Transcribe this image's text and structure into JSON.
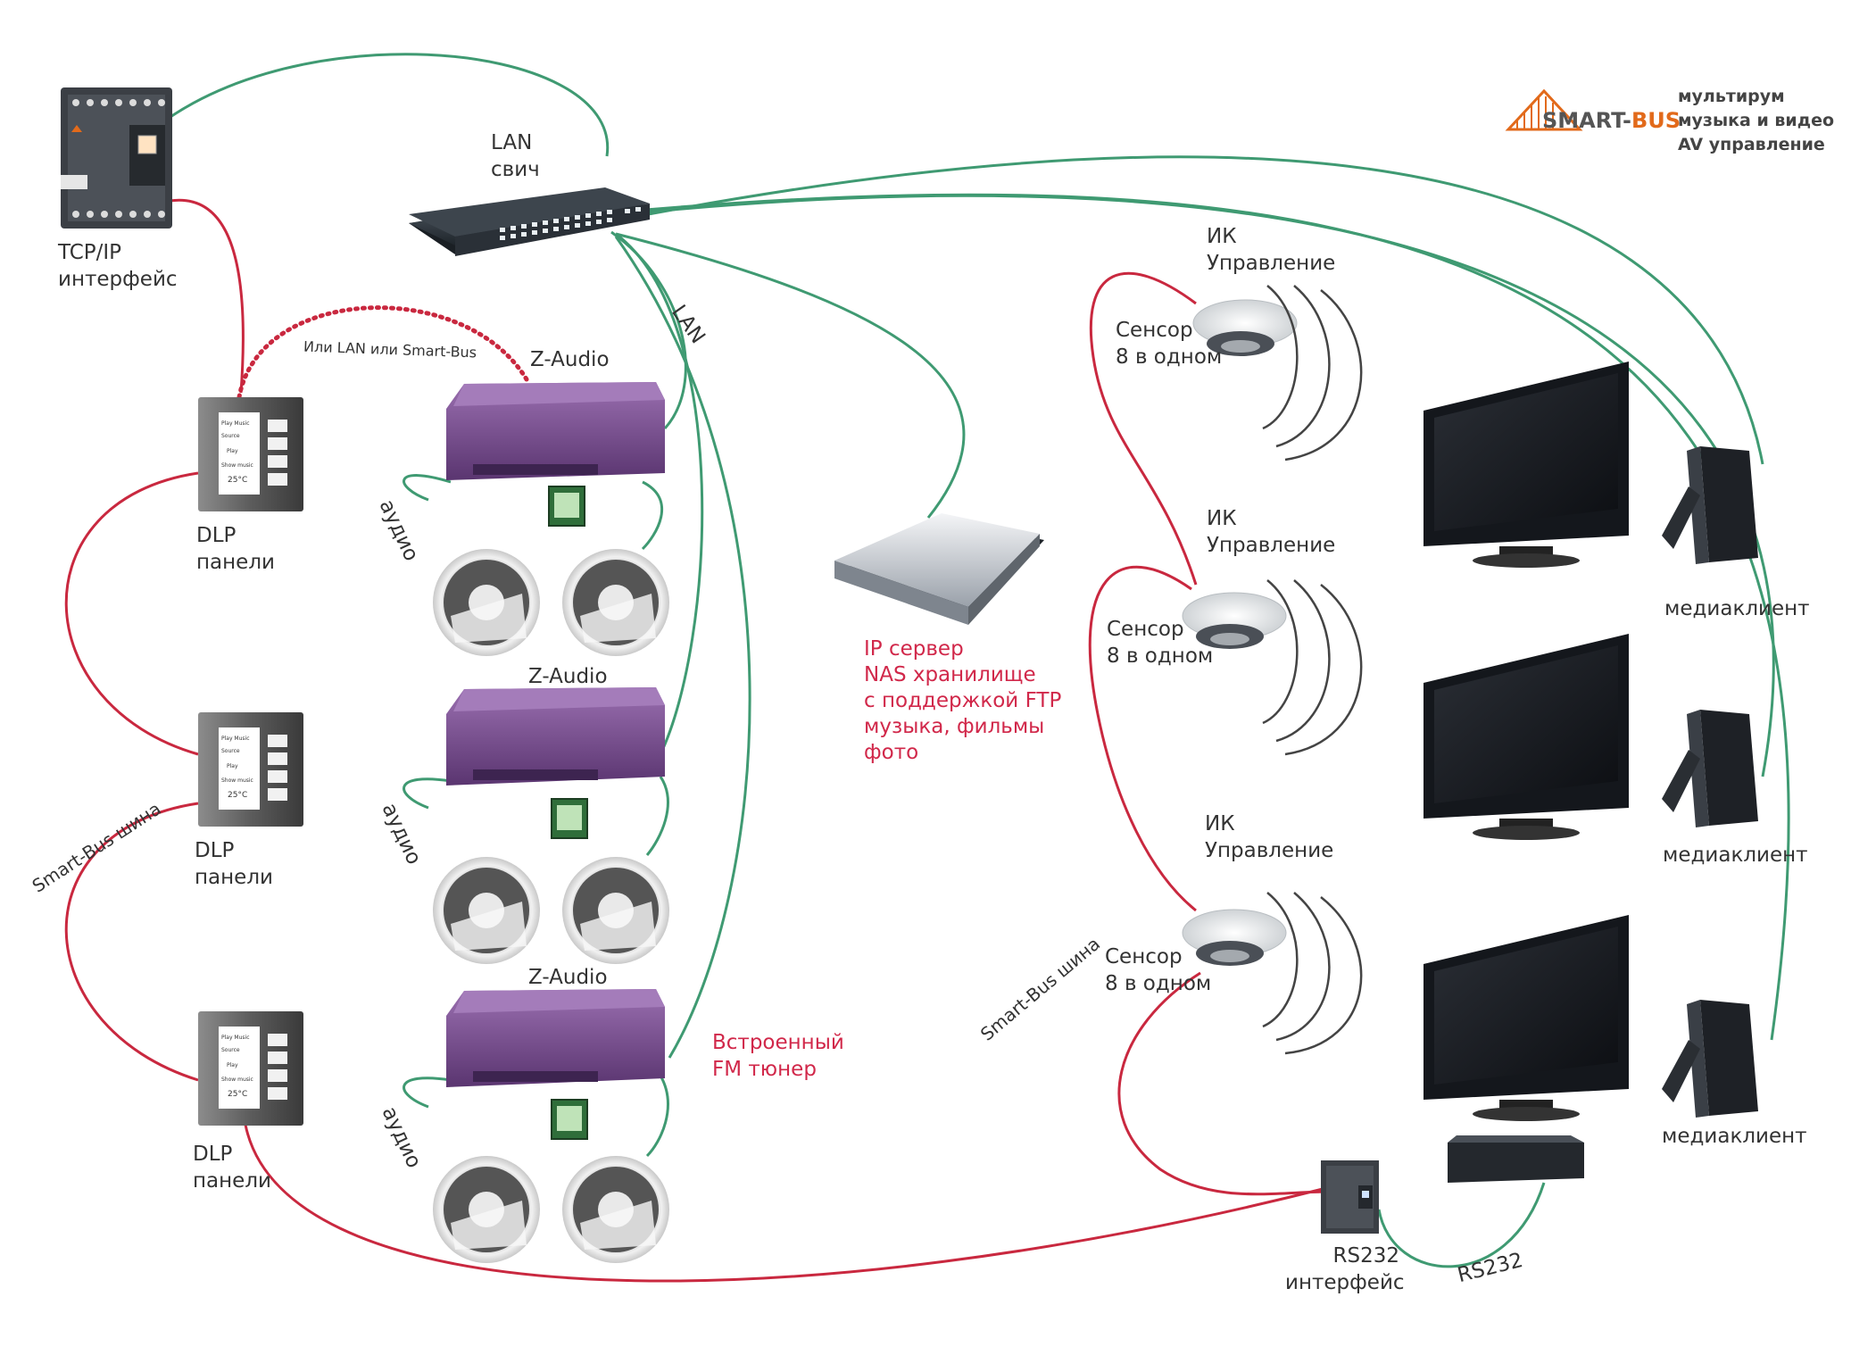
{
  "logo": {
    "brand_main": "SMART-",
    "brand_accent": "BUS",
    "taglines": [
      "мультирум",
      "музыка и видео",
      "AV управление"
    ]
  },
  "labels": {
    "lan_switch": [
      "LAN",
      "свич"
    ],
    "tcpip": [
      "TCP/IP",
      "интерфейс"
    ],
    "lan_or_bus": "Или LAN или Smart-Bus",
    "lan_diag": "LAN",
    "zaudio_1": "Z-Audio",
    "zaudio_2": "Z-Audio",
    "zaudio_3": "Z-Audio",
    "audio_1": "аудио",
    "audio_2": "аудио",
    "audio_3": "аудио",
    "dlp_1": [
      "DLP",
      "панели"
    ],
    "dlp_2": [
      "DLP",
      "панели"
    ],
    "dlp_3": [
      "DLP",
      "панели"
    ],
    "smartbus_left": "Smart-Bus шина",
    "smartbus_right": "Smart-Bus шина",
    "nas": [
      "IP сервер",
      "NAS хранилище",
      "с поддержкой FTP",
      "музыка, фильмы",
      "фото"
    ],
    "fm_tuner": [
      "Встроенный",
      "FM тюнер"
    ],
    "ir_1": [
      "ИК",
      "Управление"
    ],
    "ir_2": [
      "ИК",
      "Управление"
    ],
    "ir_3": [
      "ИК",
      "Управление"
    ],
    "sensor_1": [
      "Сенсор",
      "8 в одном"
    ],
    "sensor_2": [
      "Сенсор",
      "8 в одном"
    ],
    "sensor_3": [
      "Сенсор",
      "8 в одном"
    ],
    "mediaclient_1": "медиаклиент",
    "mediaclient_2": "медиаклиент",
    "mediaclient_3": "медиаклиент",
    "rs232_iface": [
      "RS232",
      "интерфейс"
    ],
    "rs232_cable": "RS232"
  },
  "panel_screen": {
    "line1": "Play Music",
    "line2": "Source",
    "line3": "Play",
    "line4": "Show music",
    "line5": "25°C"
  },
  "colors": {
    "lan_cable": "#3f9a72",
    "bus_cable": "#c9283f",
    "red_text": "#d1284a",
    "zaudio": "#7a4f8c",
    "logo_accent": "#e26a1b"
  }
}
